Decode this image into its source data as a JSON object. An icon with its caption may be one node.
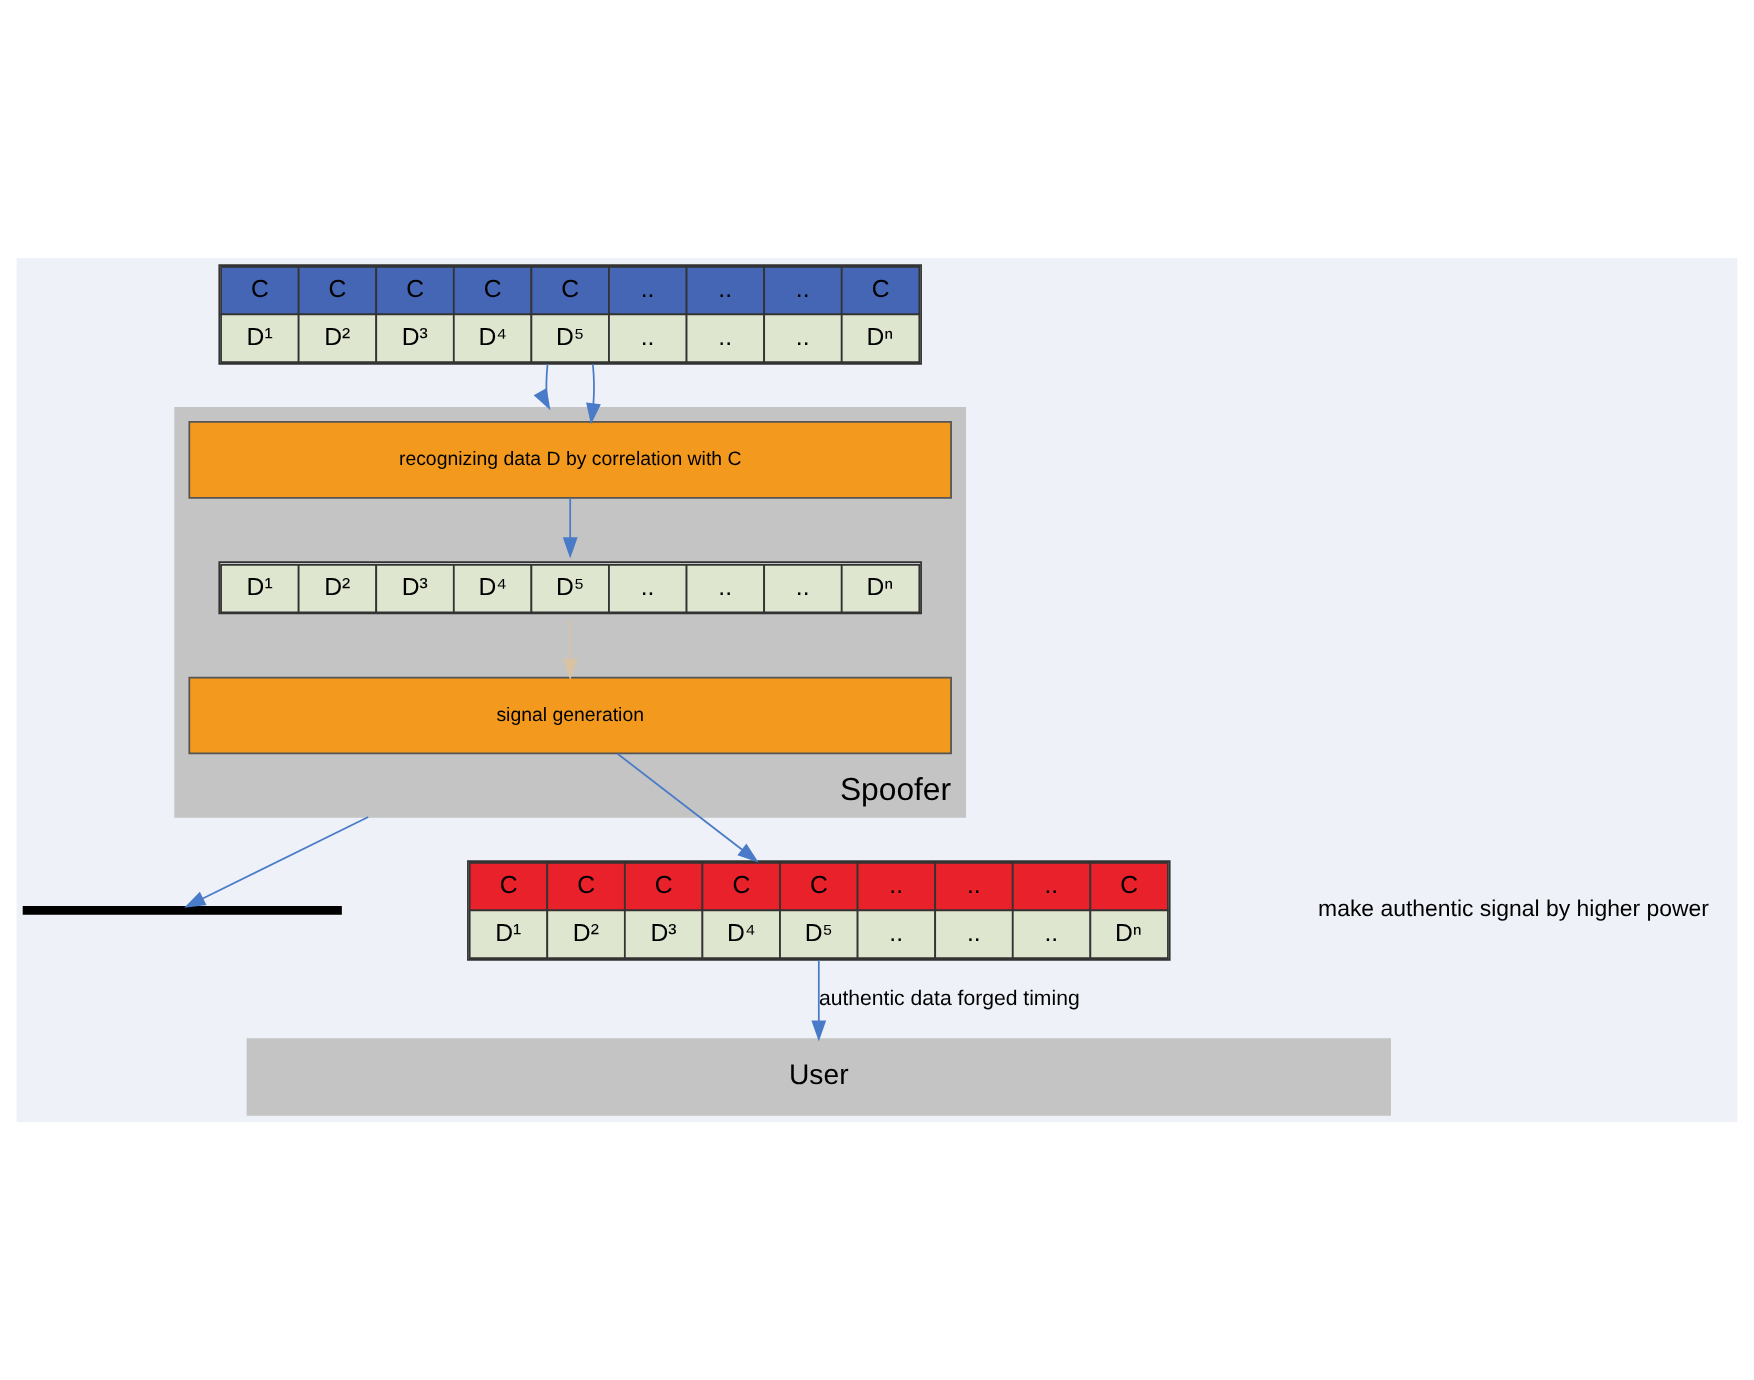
{
  "diagram": {
    "nodes": [
      {
        "text": [
          "C",
          "C",
          "C",
          "C",
          "C",
          "..",
          "..",
          "..",
          "C",
          "D¹",
          "D²",
          "D³",
          "D⁴",
          "D⁵",
          "..",
          "..",
          "..",
          "Dⁿ"
        ]
      },
      {
        "text": [
          "Spoofer"
        ]
      },
      {
        "text": [
          "recognizing data D by correlation with C"
        ],
        "in": 1
      },
      {
        "text": [
          "D¹",
          "D²",
          "D³",
          "D⁴",
          "D⁵",
          "..",
          "..",
          "..",
          "Dⁿ"
        ],
        "in": 1
      },
      {
        "text": [
          "signal generation"
        ],
        "in": 1
      },
      {
        "text": [],
        "shape": "bar"
      },
      {
        "text": [
          "C",
          "C",
          "C",
          "C",
          "C",
          "..",
          "..",
          "..",
          "C",
          "D¹",
          "D²",
          "D³",
          "D⁴",
          "D⁵",
          "..",
          "..",
          "..",
          "Dⁿ"
        ]
      },
      {
        "text": [
          "User"
        ]
      }
    ],
    "edges": [
      {
        "from": 0,
        "to": 1,
        "arrow": "to"
      },
      {
        "from": 0,
        "to": 2,
        "arrow": "to"
      },
      {
        "from": 2,
        "to": 3,
        "arrow": "to"
      },
      {
        "from": 3,
        "to": 4,
        "arrow": "to",
        "color": "#d9c3a5"
      },
      {
        "from": 1,
        "to": 5,
        "arrow": "to"
      },
      {
        "from": 4,
        "to": 6,
        "arrow": "to"
      },
      {
        "from": 6,
        "to": 7,
        "arrow": "to",
        "label": "authentic data forged timing"
      }
    ],
    "labels": [
      "make authentic signal by higher power"
    ]
  }
}
